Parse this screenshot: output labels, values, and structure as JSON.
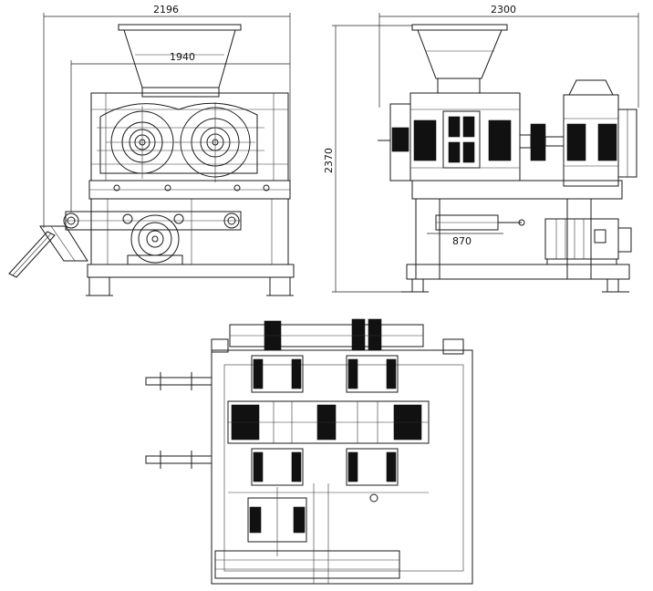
{
  "views": [
    {
      "id": "front-view",
      "dimensions": [
        "2196",
        "1940"
      ]
    },
    {
      "id": "side-view",
      "dimensions": [
        "2300",
        "2370",
        "870"
      ]
    },
    {
      "id": "top-view",
      "dimensions": []
    }
  ],
  "colors": {
    "line": "#1a1a1a",
    "background": "#ffffff"
  }
}
